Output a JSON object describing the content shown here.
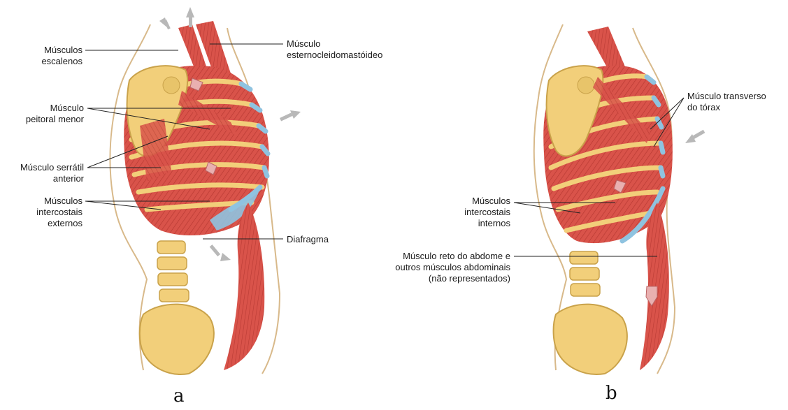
{
  "panel_a": {
    "letter": "a",
    "labels": {
      "escalenos": "Músculos\nescalenos",
      "esternocleido": "Músculo\nesternocleidomastóideo",
      "peitoral": "Músculo\npeitoral menor",
      "serratil": "Músculo serrátil\nanterior",
      "intercostais_ext": "Músculos\nintercostais\nexternos",
      "diafragma": "Diafragma"
    }
  },
  "panel_b": {
    "letter": "b",
    "labels": {
      "transverso": "Músculo transverso\ndo tórax",
      "intercostais_int": "Músculos\nintercostais\ninternos",
      "reto": "Músculo reto do abdome e\noutros músculos abdominais\n(não representados)"
    }
  },
  "colors": {
    "muscle": "#d9534a",
    "muscle_dark": "#b83a33",
    "bone": "#f2cf7a",
    "bone_edge": "#c9a24a",
    "cartilage": "#8fc3e0",
    "skin_outline": "#d8b98a",
    "arrow_gray": "#b8b8b8",
    "arrow_pink": "#e9b0b0"
  }
}
